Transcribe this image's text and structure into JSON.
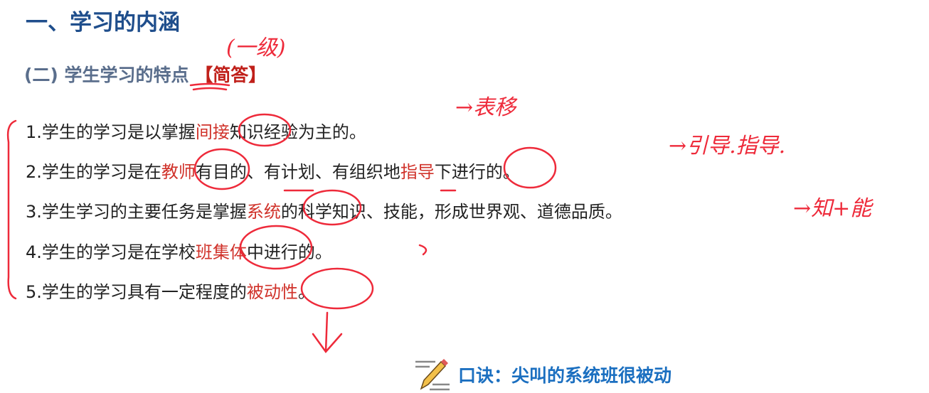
{
  "title": "一、学习的内涵",
  "subtitle": {
    "text": "(二) 学生学习的特点",
    "tag": "【简答】"
  },
  "items": [
    {
      "parts": [
        "1.学生的学习是以掌握",
        "间接",
        "知识经验为主的。"
      ]
    },
    {
      "parts": [
        "2.学生的学习是在",
        "教师",
        "有目的、有计划、有组织地",
        "指导",
        "下进行的。"
      ]
    },
    {
      "parts": [
        "3.学生学习的主要任务是掌握",
        "系统",
        "的科学知识、技能，形成世界观、道德品质。"
      ]
    },
    {
      "parts": [
        "4.学生的学习是在学校",
        "班集体",
        "中进行的。"
      ]
    },
    {
      "parts": [
        "5.学生的学习具有一定程度的",
        "被动性",
        "。"
      ]
    }
  ],
  "mnemonic": {
    "icon": "pencil-notes-icon",
    "text": "口诀：尖叫的系统班很被动"
  },
  "annotations": {
    "a1": "(一级)",
    "a2": "→表移",
    "a3": "→引导.指导.",
    "a4": "→知+能"
  },
  "colors": {
    "title": "#1f4e8c",
    "highlight": "#d0322a",
    "ink": "#ee2a3a",
    "mnemonic": "#1b6fc0"
  }
}
